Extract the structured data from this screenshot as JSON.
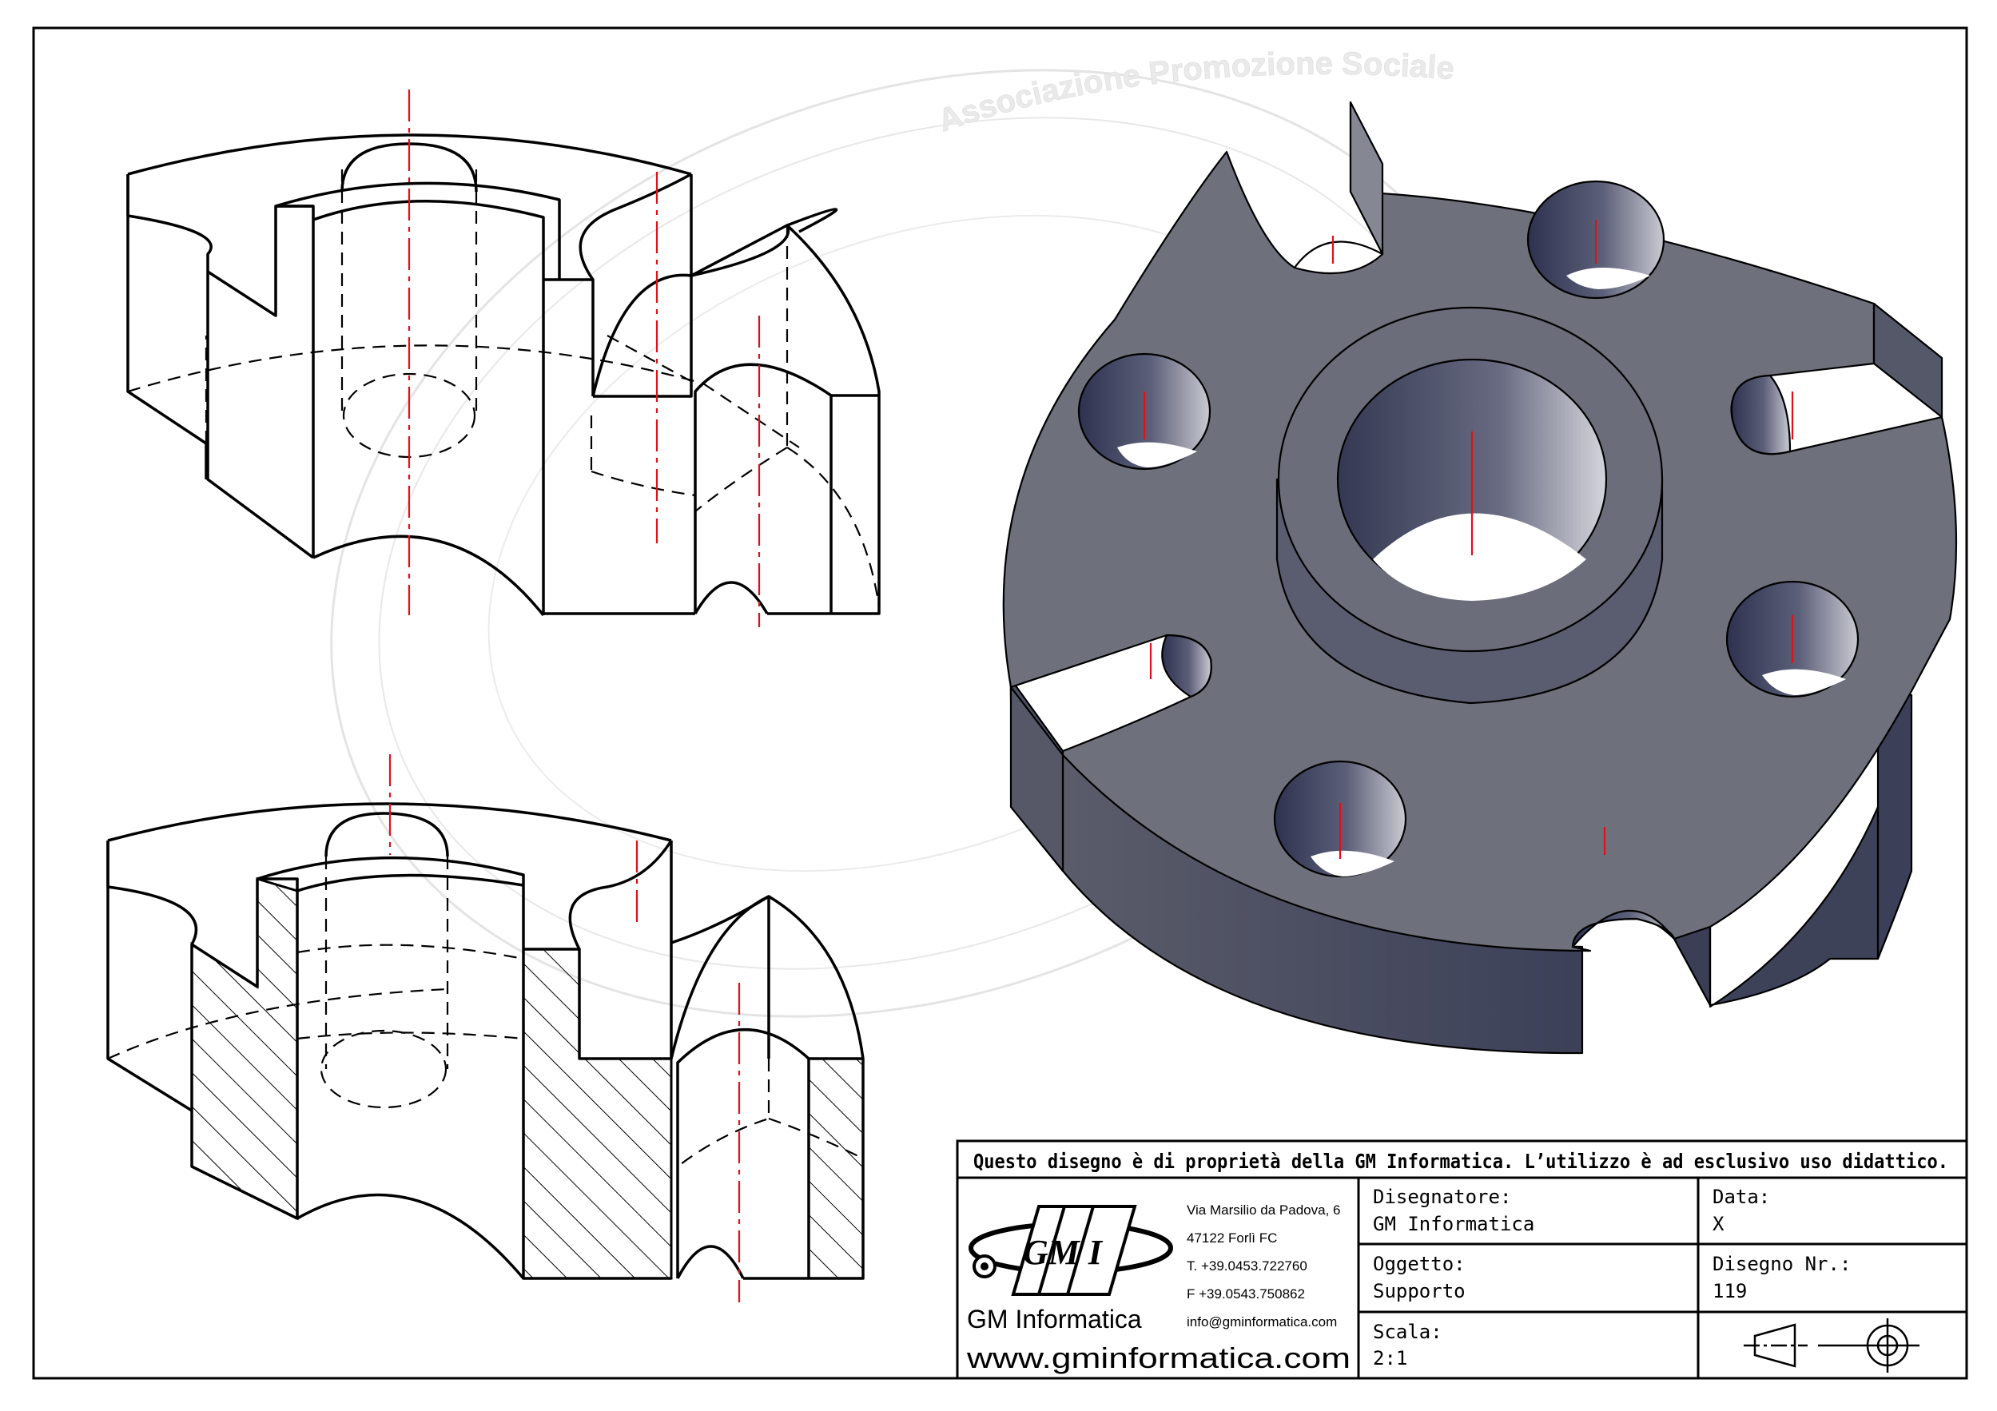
{
  "watermark": {
    "text": "Associazione Promozione Sociale"
  },
  "title_block": {
    "notice": "Questo disegno è di proprietà della GM Informatica. L’utilizzo è ad esclusivo uso didattico.",
    "logo_text": "GM I",
    "company_name": "GM Informatica",
    "website": "www.gminformatica.com",
    "address": [
      "Via Marsilio da Padova, 6",
      "47122  Forlì  FC",
      "T. +39.0453.722760",
      "F +39.0543.750862",
      "info@gminformatica.com"
    ],
    "designer_label": "Disegnatore:",
    "designer_value": "GM  Informatica",
    "date_label": "Data:",
    "date_value": "X",
    "object_label": "Oggetto:",
    "object_value": "Supporto",
    "drawing_no_label": "Disegno  Nr.:",
    "drawing_no_value": "119",
    "scale_label": "Scala:",
    "scale_value": "2:1",
    "projection_symbol": "first-angle-projection-icon"
  },
  "colors": {
    "line": "#000000",
    "center_line": "#e0101a",
    "solid_face": "#6b6d7a",
    "solid_dark": "#3f4358",
    "watermark": "#d8d8d8"
  }
}
